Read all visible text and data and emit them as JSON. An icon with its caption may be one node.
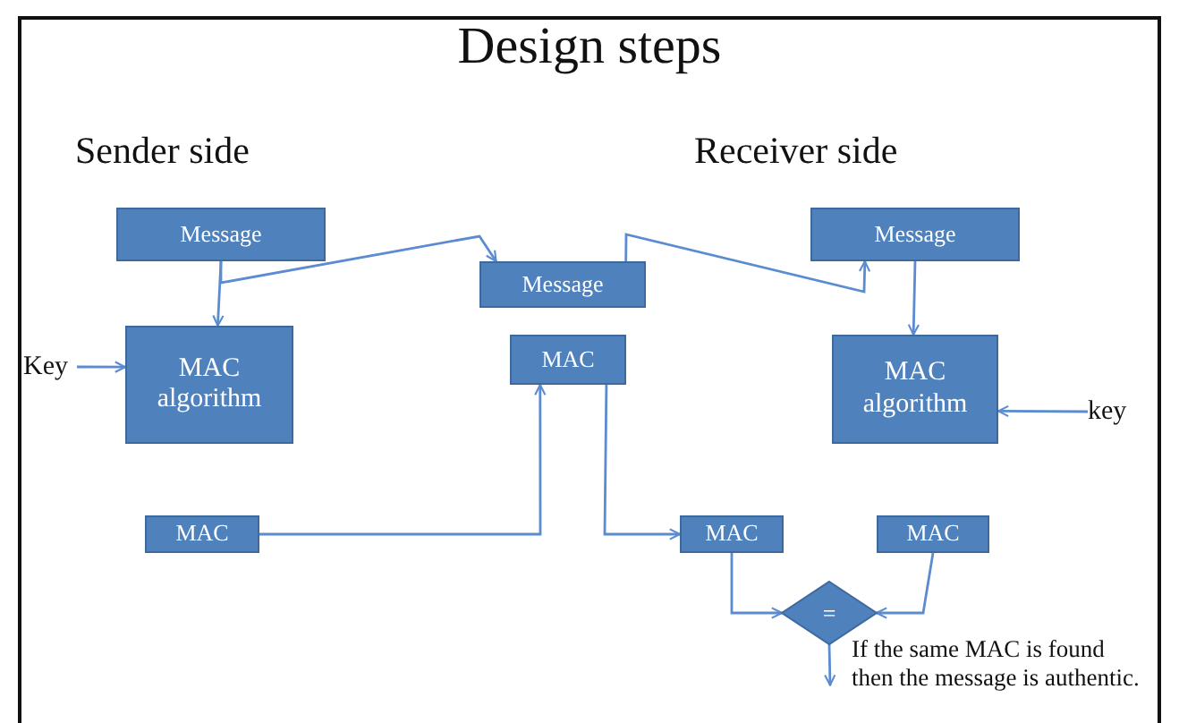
{
  "diagram": {
    "title": "Design steps",
    "nodes": [
      {
        "text": [
          "Message"
        ]
      },
      {
        "text": [
          "Message"
        ]
      },
      {
        "text": [
          "Message"
        ]
      },
      {
        "text": [
          "MAC algorithm"
        ]
      },
      {
        "text": [
          "Key"
        ]
      },
      {
        "text": [
          "MAC"
        ]
      },
      {
        "text": [
          "MAC algorithm"
        ]
      },
      {
        "text": [
          "key"
        ]
      },
      {
        "text": [
          "MAC"
        ]
      },
      {
        "text": [
          "MAC"
        ]
      },
      {
        "text": [
          "MAC"
        ]
      },
      {
        "text": [
          "="
        ]
      },
      {
        "text": [
          "If the same MAC is found then the message is authentic."
        ]
      }
    ],
    "edges": [
      {
        "from": 0,
        "to": 3,
        "arrow": "to"
      },
      {
        "from": 0,
        "to": 1,
        "arrow": "to"
      },
      {
        "from": 1,
        "to": 2,
        "arrow": "to"
      },
      {
        "from": 2,
        "to": 6,
        "arrow": "to"
      },
      {
        "from": 4,
        "to": 3,
        "arrow": "to"
      },
      {
        "from": 7,
        "to": 6,
        "arrow": "to"
      },
      {
        "from": 8,
        "to": 5,
        "arrow": "to"
      },
      {
        "from": 5,
        "to": 9,
        "arrow": "to"
      },
      {
        "from": 9,
        "to": 11,
        "arrow": "to"
      },
      {
        "from": 10,
        "to": 11,
        "arrow": "to"
      },
      {
        "from": 11,
        "to": 12,
        "arrow": "to"
      }
    ],
    "labels": [
      "Sender side",
      "Receiver side"
    ]
  }
}
